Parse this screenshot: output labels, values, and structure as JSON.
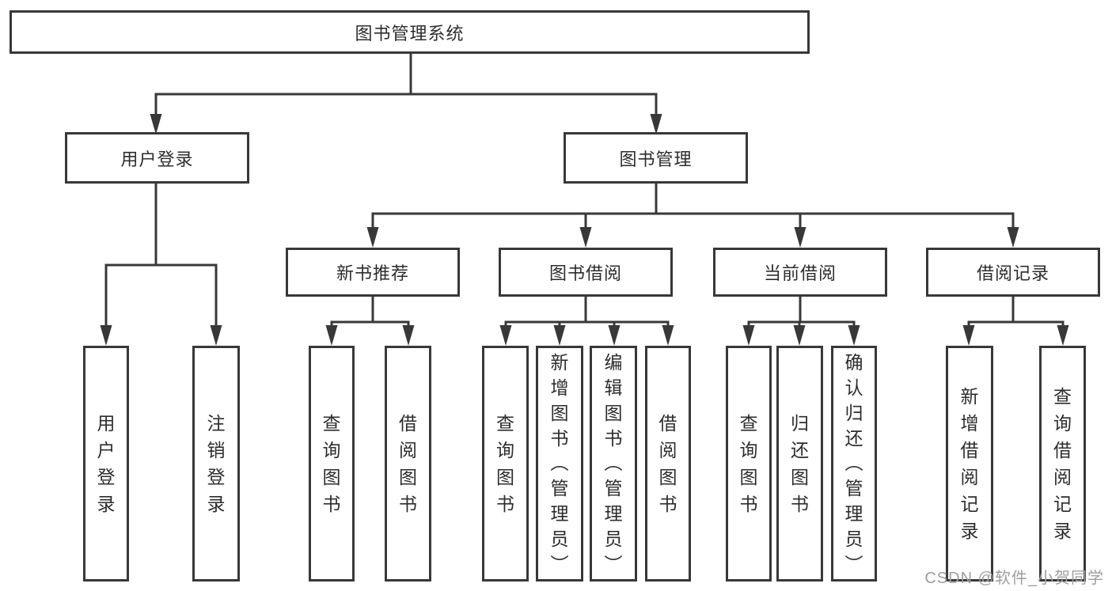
{
  "diagram": {
    "root": {
      "label": "图书管理系统"
    },
    "level2": [
      {
        "label": "用户登录"
      },
      {
        "label": "图书管理"
      }
    ],
    "level3": [
      {
        "label": "新书推荐"
      },
      {
        "label": "图书借阅"
      },
      {
        "label": "当前借阅"
      },
      {
        "label": "借阅记录"
      }
    ],
    "leaves": [
      {
        "label": "用户登录",
        "parent": "用户登录"
      },
      {
        "label": "注销登录",
        "parent": "用户登录"
      },
      {
        "label": "查询图书",
        "parent": "新书推荐"
      },
      {
        "label": "借阅图书",
        "parent": "新书推荐"
      },
      {
        "label": "查询图书",
        "parent": "图书借阅"
      },
      {
        "label": "新增图书（管理员）",
        "parent": "图书借阅"
      },
      {
        "label": "编辑图书（管理员）",
        "parent": "图书借阅"
      },
      {
        "label": "借阅图书",
        "parent": "图书借阅"
      },
      {
        "label": "查询图书",
        "parent": "当前借阅"
      },
      {
        "label": "归还图书",
        "parent": "当前借阅"
      },
      {
        "label": "确认归还（管理员）",
        "parent": "当前借阅"
      },
      {
        "label": "新增借阅记录",
        "parent": "借阅记录"
      },
      {
        "label": "查询借阅记录",
        "parent": "借阅记录"
      }
    ],
    "watermark": "CSDN @软件_小贺同学",
    "colors": {
      "line": "#383838",
      "text": "#2d2d2d",
      "watermark": "#9e9e9e",
      "background": "#ffffff"
    }
  }
}
